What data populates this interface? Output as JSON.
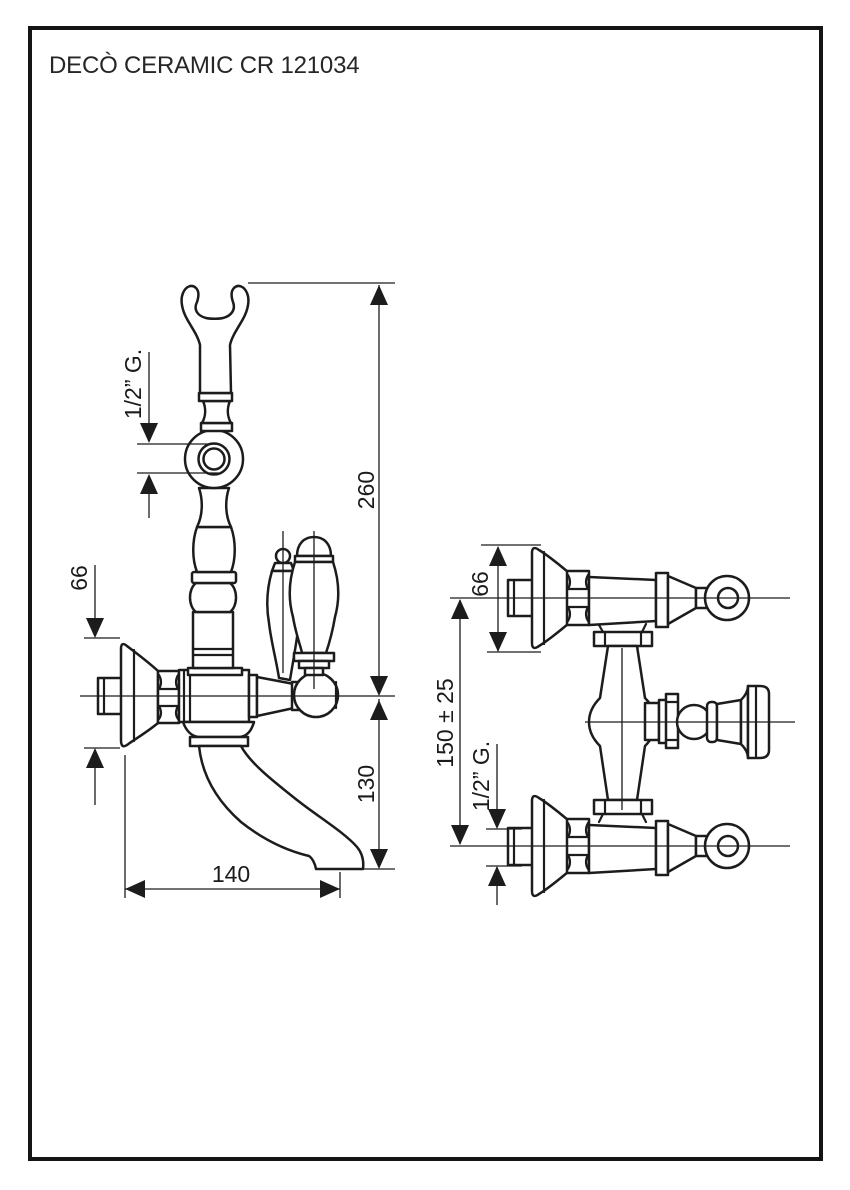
{
  "title": "DECÒ CERAMIC CR 121034",
  "colors": {
    "line": "#1c1c1c",
    "text": "#1b1b1b",
    "frame": "#141414",
    "background": "#ffffff"
  },
  "front_view": {
    "dims": {
      "upper_height": "260",
      "spout_drop": "130",
      "spout_projection": "140",
      "flange_diameter": "66",
      "handshower_thread": "1/2” G."
    }
  },
  "side_view": {
    "dims": {
      "flange_diameter": "66",
      "inlet_spacing": "150 ± 25",
      "inlet_thread": "1/2” G."
    }
  }
}
